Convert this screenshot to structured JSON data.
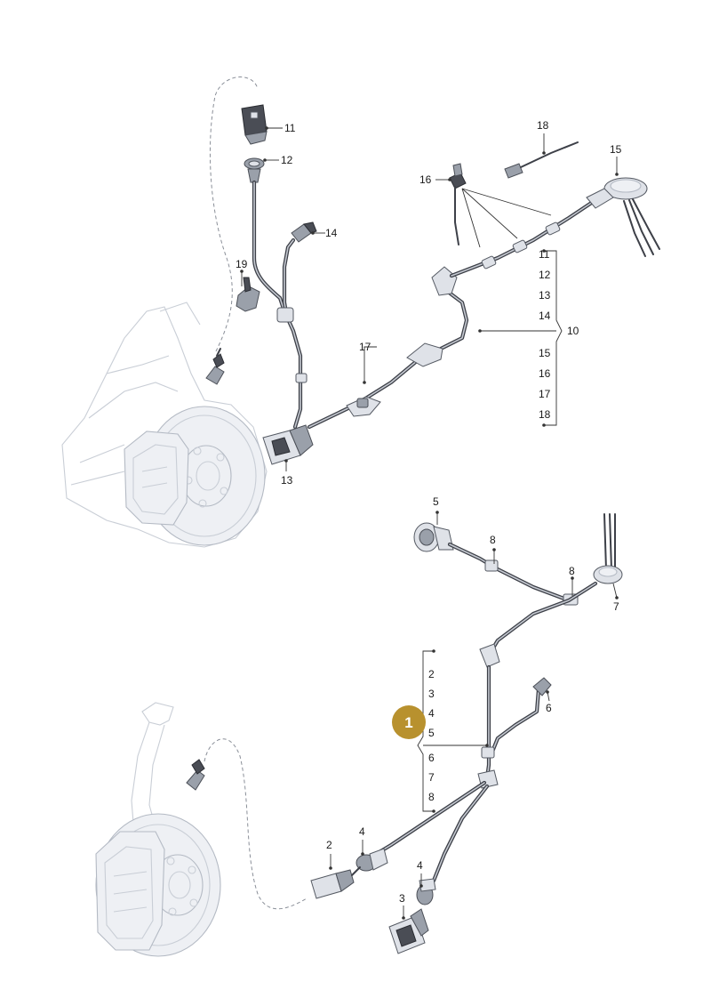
{
  "diagram": {
    "callouts_top": [
      "11",
      "12",
      "14",
      "19",
      "13",
      "17",
      "16",
      "18",
      "15"
    ],
    "bracket_top": {
      "items": [
        "11",
        "12",
        "13",
        "14",
        "15",
        "16",
        "17",
        "18"
      ],
      "group": "10"
    },
    "callouts_bottom": [
      "5",
      "8",
      "8",
      "7",
      "6",
      "2",
      "4",
      "4",
      "3"
    ],
    "bracket_bottom": {
      "items": [
        "2",
        "3",
        "4",
        "5",
        "6",
        "7",
        "8"
      ],
      "group": "1"
    },
    "highlight_color": "#b8912e"
  }
}
